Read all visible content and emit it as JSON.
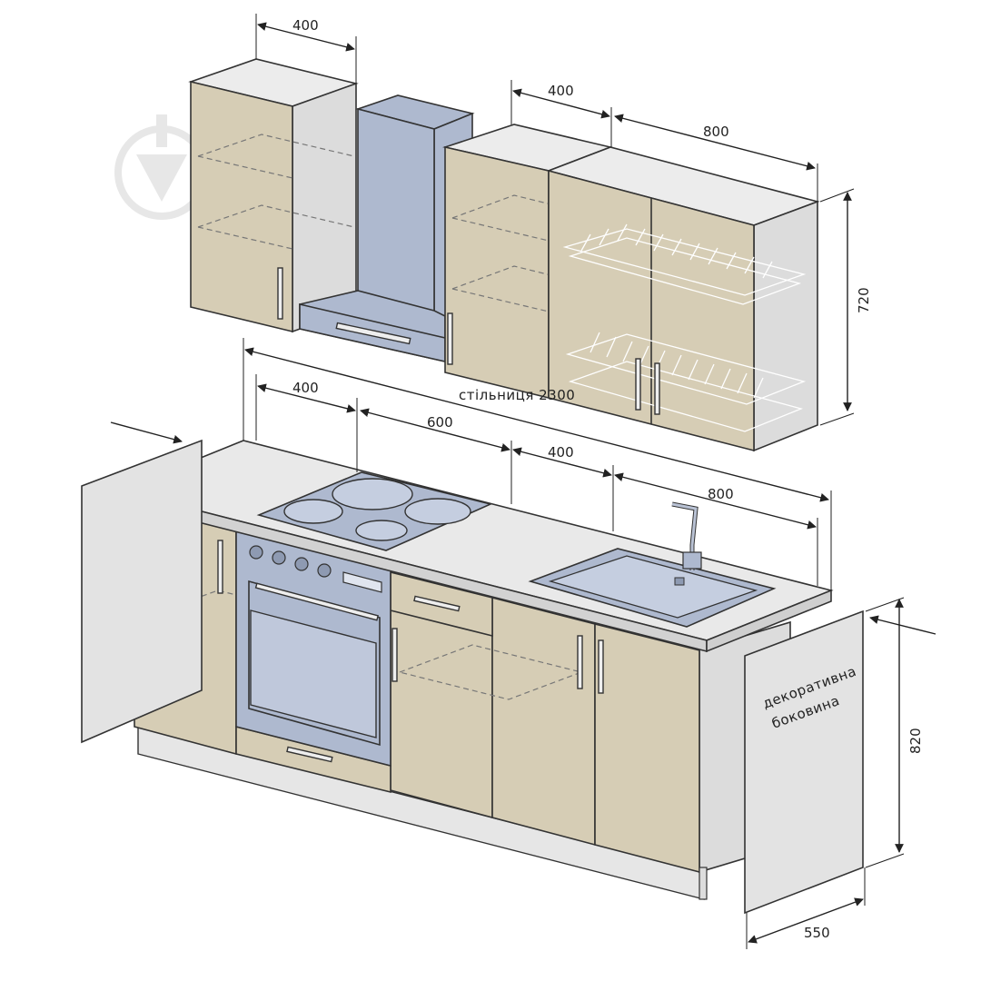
{
  "dimensions": {
    "top_left_width": "400",
    "top_mid_width": "400",
    "top_right_width": "800",
    "top_height": "720",
    "countertop_label": "стільниця 2300",
    "bottom_1": "400",
    "bottom_2": "600",
    "bottom_3": "400",
    "bottom_4": "800",
    "bottom_height": "820",
    "side_depth": "550"
  },
  "panel_label": {
    "line1": "декоративна",
    "line2": "боковина"
  },
  "colors": {
    "cabinet_front": "#d6cdb5",
    "appliance": "#aeb9cf",
    "side": "#dcdcdc"
  }
}
